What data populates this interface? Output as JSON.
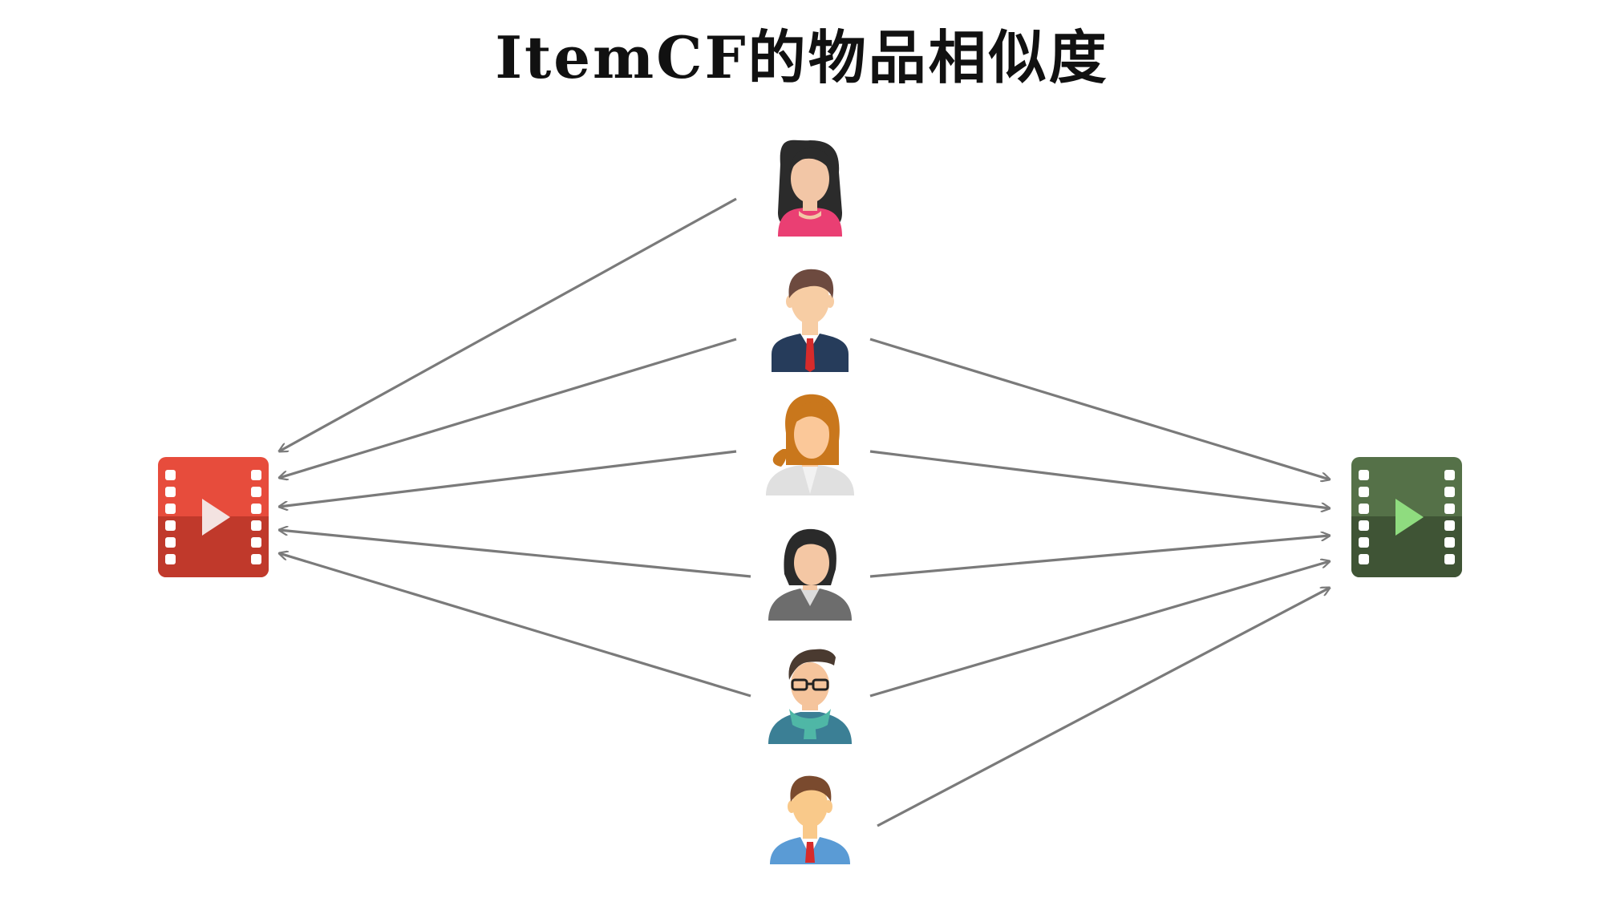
{
  "title": "ItemCF的物品相似度",
  "items": [
    {
      "name": "left-movie",
      "color": "#e74c3c",
      "color_dark": "#c0392b",
      "play_color": "#f3e3e1"
    },
    {
      "name": "right-movie",
      "color": "#557148",
      "color_dark": "#3f5435",
      "play_color": "#8fdc7f"
    }
  ],
  "users": [
    {
      "avatar": "woman-long-black-hair",
      "skin": "#f2c6a6",
      "hair": "#2b2b2b",
      "shirt": "#ea3f73",
      "connects": [
        "left-movie"
      ]
    },
    {
      "avatar": "man-suit-brown-hair",
      "skin": "#f7cda4",
      "hair": "#6d4a3f",
      "shirt": "#263c5b",
      "connects": [
        "left-movie",
        "right-movie"
      ]
    },
    {
      "avatar": "woman-orange-hair",
      "skin": "#fbc899",
      "hair": "#c9771c",
      "shirt": "#e0e0e0",
      "connects": [
        "left-movie",
        "right-movie"
      ]
    },
    {
      "avatar": "woman-dark-bun",
      "skin": "#f4c7a4",
      "hair": "#2a2a2a",
      "shirt": "#6d6d6d",
      "connects": [
        "left-movie",
        "right-movie"
      ]
    },
    {
      "avatar": "man-glasses-scarf",
      "skin": "#f5c49c",
      "hair": "#4a3a30",
      "shirt": "#3b7f95",
      "connects": [
        "left-movie",
        "right-movie"
      ]
    },
    {
      "avatar": "man-blue-shirt",
      "skin": "#f9c98a",
      "hair": "#7a4a2e",
      "shirt": "#5a9bd5",
      "connects": [
        "right-movie"
      ]
    }
  ],
  "arrow_color": "#7a7a7a"
}
